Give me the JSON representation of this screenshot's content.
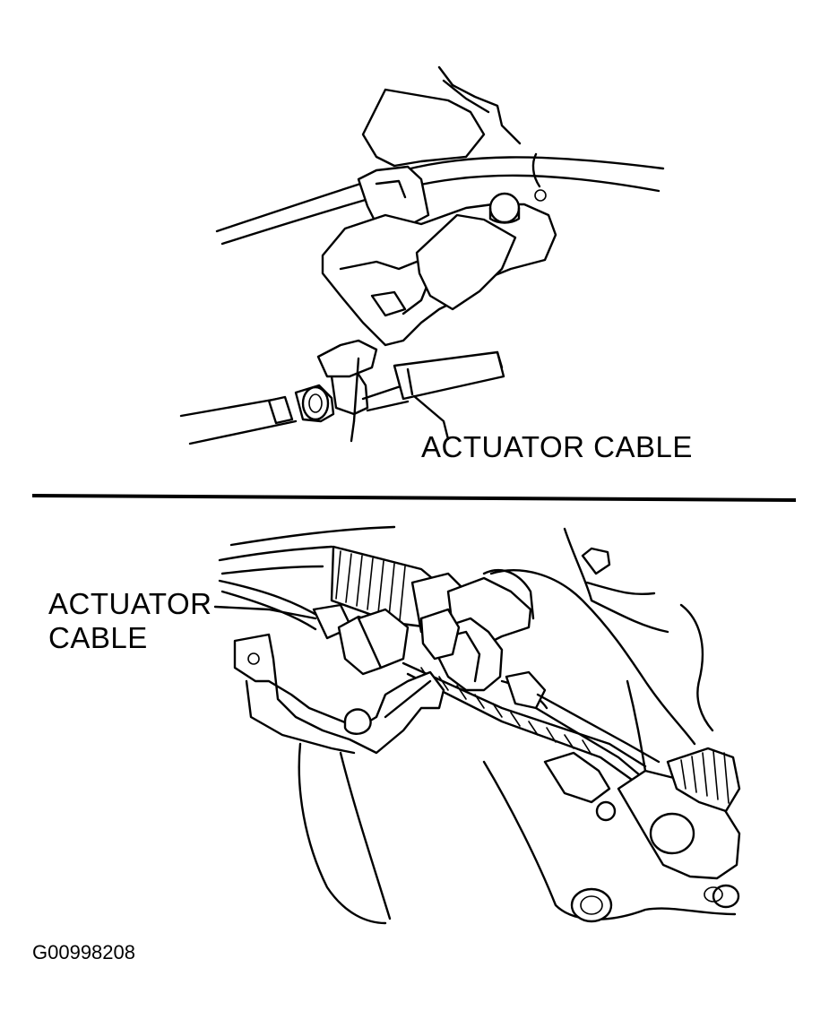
{
  "labels": {
    "top_callout": "ACTUATOR CABLE",
    "bottom_callout": "ACTUATOR\nCABLE"
  },
  "figure_code": "G00998208",
  "colors": {
    "ink": "#000000",
    "paper": "#ffffff"
  }
}
